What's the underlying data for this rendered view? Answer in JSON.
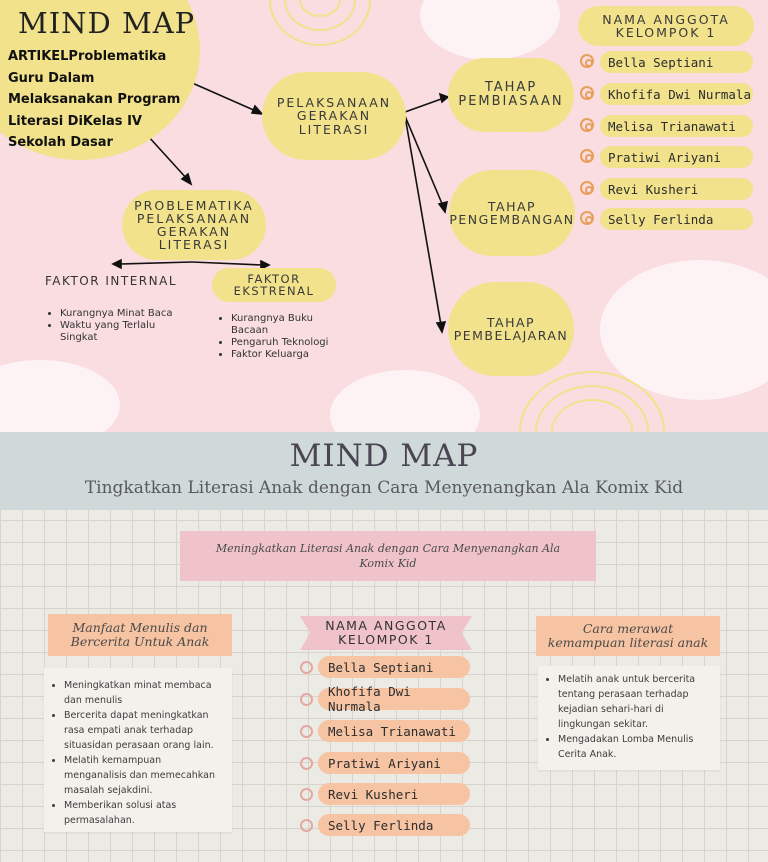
{
  "top": {
    "title": "MIND MAP",
    "subtitle_lines": [
      "ARTIKELProblematika",
      "Guru Dalam",
      "Melaksanakan Program",
      "Literasi DiKelas IV",
      "Sekolah Dasar"
    ],
    "center_lines": [
      "PELAKSANAAN",
      "GERAKAN",
      "LITERASI"
    ],
    "problem_lines": [
      "PROBLEMATIKA",
      "PELAKSANAAN",
      "GERAKAN",
      "LITERASI"
    ],
    "faktor_internal": "FAKTOR INTERNAL",
    "faktor_eksternal_lines": [
      "FAKTOR",
      "EKSTRENAL"
    ],
    "internal_items": [
      "Kurangnya Minat Baca",
      "Waktu yang Terlalu Singkat"
    ],
    "eksternal_items": [
      "Kurangnya Buku Bacaan",
      "Pengaruh Teknologi",
      "Faktor Keluarga"
    ],
    "tahap_pembiasaan": [
      "TAHAP",
      "PEMBIASAAN"
    ],
    "tahap_pengembangan": [
      "TAHAP",
      "PENGEMBANGAN"
    ],
    "tahap_pembelajaran": [
      "TAHAP",
      "PEMBELAJARAN"
    ],
    "members_title_lines": [
      "NAMA ANGGOTA",
      "KELOMPOK 1"
    ],
    "members": [
      "Bella Septiani",
      "Khofifa Dwi Nurmala",
      "Melisa Trianawati",
      "Pratiwi Ariyani",
      "Revi Kusheri",
      "Selly Ferlinda"
    ]
  },
  "bottom": {
    "title": "MIND MAP",
    "subtitle": "Tingkatkan Literasi Anak dengan Cara Menyenangkan Ala Komix Kid",
    "banner_lines": [
      "Meningkatkan Literasi Anak dengan Cara Menyenangkan Ala",
      "Komix Kid"
    ],
    "manfaat_lines": [
      "Manfaat Menulis dan",
      "Bercerita Untuk Anak"
    ],
    "manfaat_items": [
      "Meningkatkan minat membaca dan menulis",
      "Bercerita dapat meningkatkan rasa empati anak terhadap situasidan perasaan orang lain.",
      "Melatih kemampuan menganalisis dan memecahkan masalah sejakdini.",
      "Memberikan solusi atas permasalahan."
    ],
    "members_title_lines": [
      "NAMA ANGGOTA",
      "KELOMPOK 1"
    ],
    "members": [
      "Bella Septiani",
      "Khofifa Dwi Nurmala",
      "Melisa Trianawati",
      "Pratiwi Ariyani",
      "Revi Kusheri",
      "Selly Ferlinda"
    ],
    "cara_lines": [
      "Cara merawat",
      "kemampuan literasi anak"
    ],
    "cara_items": [
      "Melatih anak untuk bercerita tentang perasaan terhadap kejadian sehari-hari di lingkungan sekitar.",
      "Mengadakan Lomba Menulis Cerita Anak."
    ]
  },
  "colors": {
    "yellow": "#f1e28b",
    "pink_bg": "#f9dde0",
    "peach": "#f6c3a3",
    "header_bg": "#cfd9d9",
    "banner": "#efc3c9"
  }
}
